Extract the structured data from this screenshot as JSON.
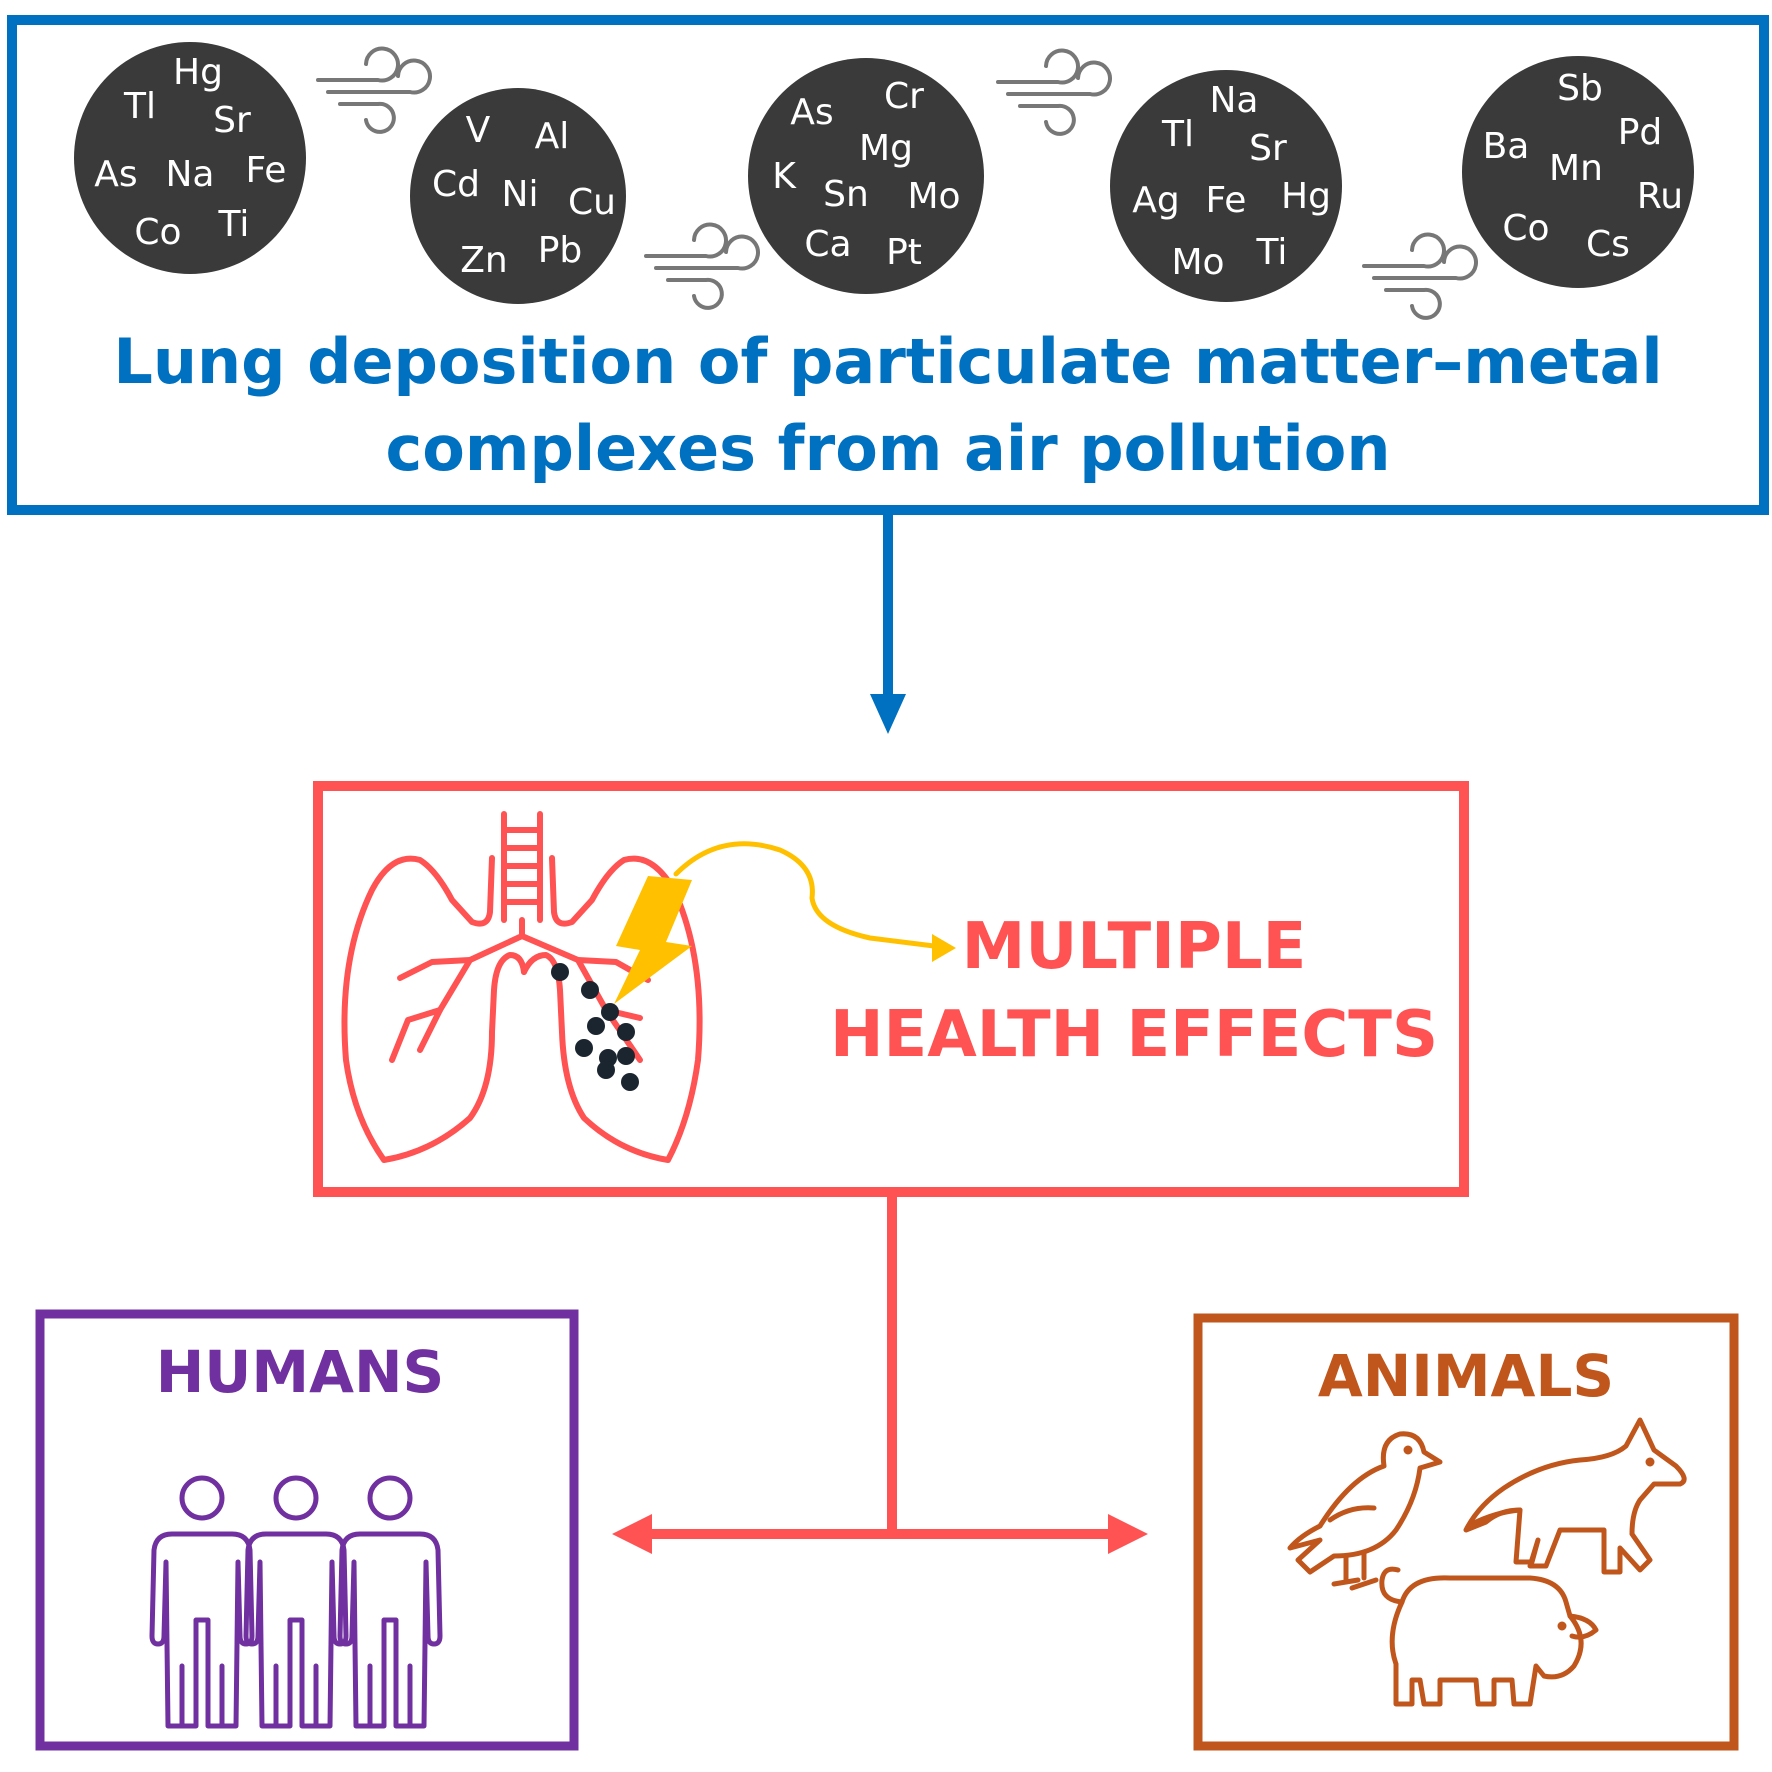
{
  "colors": {
    "top": "#0070C0",
    "health": "#FF5252",
    "humans": "#7030A0",
    "animals": "#C0561B",
    "particle": "#3A3A3A",
    "lightning": "#FFC000",
    "dots": "#1B2530"
  },
  "particles": [
    {
      "elements": [
        "Hg",
        "Tl",
        "Sr",
        "As",
        "Na",
        "Fe",
        "Co",
        "Ti"
      ]
    },
    {
      "elements": [
        "V",
        "Al",
        "Cd",
        "Ni",
        "Cu",
        "Zn",
        "Pb"
      ]
    },
    {
      "elements": [
        "As",
        "Cr",
        "Mg",
        "K",
        "Sn",
        "Mo",
        "Ca",
        "Pt"
      ]
    },
    {
      "elements": [
        "Na",
        "Tl",
        "Sr",
        "Ag",
        "Fe",
        "Hg",
        "Mo",
        "Ti"
      ]
    },
    {
      "elements": [
        "Sb",
        "Ba",
        "Pd",
        "Mn",
        "Ru",
        "Co",
        "Cs"
      ]
    }
  ],
  "top_box": {
    "title_line1": "Lung deposition of particulate matter–metal",
    "title_line2": "complexes from air pollution"
  },
  "health_box": {
    "line1": "MULTIPLE",
    "line2": "HEALTH EFFECTS"
  },
  "humans_box": {
    "title": "HUMANS"
  },
  "animals_box": {
    "title": "ANIMALS"
  }
}
